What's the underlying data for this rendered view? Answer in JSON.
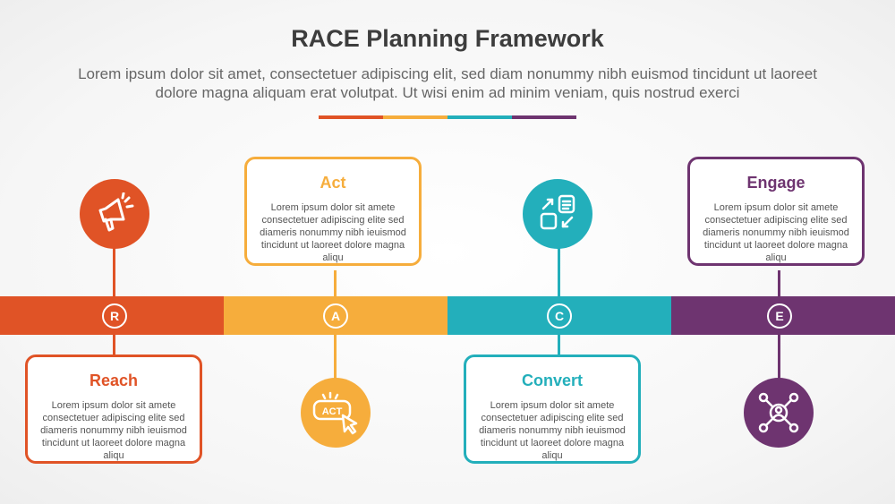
{
  "title": "RACE Planning Framework",
  "subtitle": "Lorem ipsum dolor sit amet, consectetuer adipiscing elit, sed diam nonummy nibh euismod tincidunt ut laoreet dolore magna aliquam erat volutpat. Ut wisi enim ad minim veniam, quis nostrud exerci",
  "colors": {
    "reach": "#e05326",
    "act": "#f6ad3c",
    "convert": "#23afbb",
    "engage": "#6e3470"
  },
  "steps": [
    {
      "letter": "R",
      "title": "Reach",
      "icon": "megaphone-icon",
      "body": "Lorem ipsum dolor sit amete consectetuer adipiscing elite sed diameris nonummy nibh ieuismod tincidunt ut laoreet dolore magna aliqu"
    },
    {
      "letter": "A",
      "title": "Act",
      "icon": "act-click-icon",
      "icon_text": "ACT",
      "body": "Lorem ipsum dolor sit amete consectetuer adipiscing elite sed diameris nonummy nibh ieuismod tincidunt ut laoreet dolore magna aliqu"
    },
    {
      "letter": "C",
      "title": "Convert",
      "icon": "convert-icon",
      "body": "Lorem ipsum dolor sit amete consectetuer adipiscing elite sed diameris nonummy nibh ieuismod tincidunt ut laoreet dolore magna aliqu"
    },
    {
      "letter": "E",
      "title": "Engage",
      "icon": "network-user-icon",
      "body": "Lorem ipsum dolor sit amete consectetuer adipiscing elite sed diameris nonummy nibh ieuismod tincidunt ut laoreet dolore magna aliqu"
    }
  ]
}
